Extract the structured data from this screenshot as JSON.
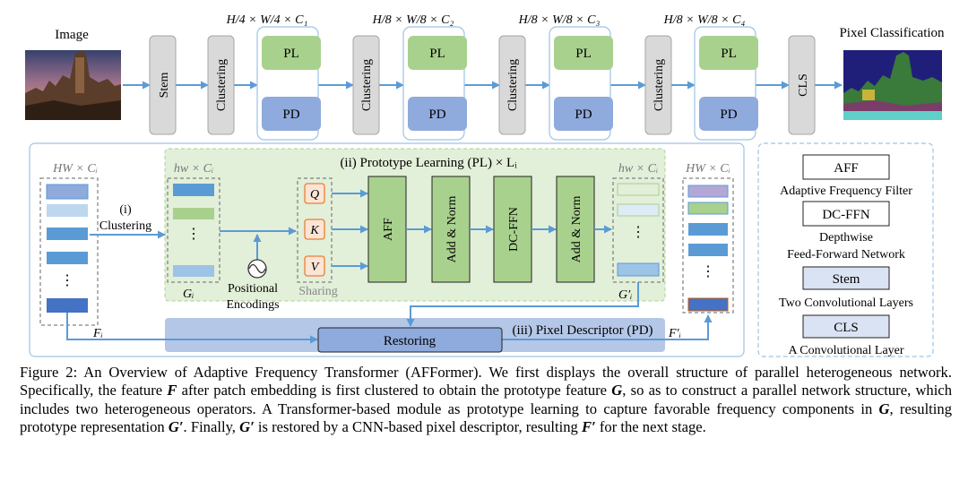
{
  "top": {
    "image_label": "Image",
    "pixel_label": "Pixel Classification",
    "stem": "Stem",
    "clustering": "Clustering",
    "pl": "PL",
    "pd": "PD",
    "cls": "CLS",
    "dims": [
      "H/4 × W/4 × C₁",
      "H/8 × W/8 × C₂",
      "H/8 × W/8 × C₃",
      "H/8 × W/8 × C₄"
    ]
  },
  "detail": {
    "hw_in": "HW × Cᵢ",
    "hw_small": "hw × Cᵢ",
    "hw_small_out": "hw × Cᵢ",
    "hw_out": "HW × Cᵢ",
    "clustering_num": "(i)",
    "clustering": "Clustering",
    "pl_title": "(ii) Prototype Learning (PL) × Lᵢ",
    "pd_title": "(iii) Pixel Descriptor (PD)",
    "q": "Q",
    "k": "K",
    "v": "V",
    "sharing": "Sharing",
    "positional": "Positional",
    "encodings": "Encodings",
    "aff": "AFF",
    "addnorm": "Add & Norm",
    "dcffn": "DC-FFN",
    "restoring": "Restoring",
    "g_label": "Gᵢ",
    "g_out_label": "G′ᵢ",
    "f_label": "Fᵢ",
    "f_out_label": "F′ᵢ",
    "dots": "⋮"
  },
  "legend": {
    "aff": "AFF",
    "aff_desc": "Adaptive Frequency Filter",
    "dcffn": "DC-FFN",
    "dcffn_desc1": "Depthwise",
    "dcffn_desc2": "Feed-Forward Network",
    "stem": "Stem",
    "stem_desc": "Two Convolutional Layers",
    "cls": "CLS",
    "cls_desc": "A Convolutional Layer"
  },
  "caption": {
    "p1": "Figure 2: An Overview of Adaptive Frequency Transformer (AFFormer). We first displays the overall structure of parallel heterogeneous network. Specifically, the feature ",
    "F": "F",
    "p2": " after patch embedding is first clustered to obtain the prototype feature ",
    "G": "G",
    "p3": ", so as to construct a parallel network structure, which includes two heterogeneous operators. A Transformer-based module as prototype learning to capture favorable frequency components in ",
    "G2": "G",
    "p4": ", resulting prototype representation ",
    "G3": "G′",
    "p5": ". Finally, ",
    "G4": "G′",
    "p6": " is restored by a CNN-based pixel descriptor, resulting ",
    "F2": "F′",
    "p7": " for the next stage."
  },
  "colors": {
    "pl_green": "#a9d18e",
    "pd_blue": "#8faadc",
    "block_grey": "#d9d9d9",
    "arrow_blue": "#5b9bd5",
    "pl_region": "#e2efd9",
    "pd_region": "#b4c7e7"
  }
}
